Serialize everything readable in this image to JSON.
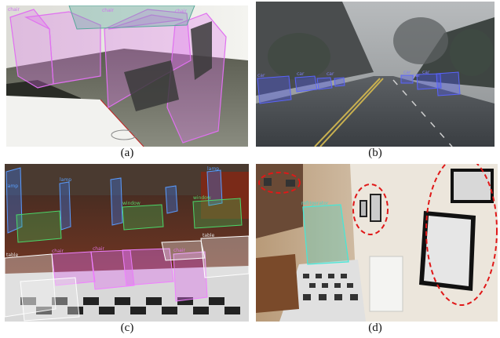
{
  "figure": {
    "panels": [
      {
        "caption": "(a)",
        "labels": [
          {
            "text": "chair",
            "color": "#d070f0"
          },
          {
            "text": "chair",
            "color": "#d070f0"
          },
          {
            "text": "chair",
            "color": "#d070f0"
          }
        ]
      },
      {
        "caption": "(b)",
        "labels": [
          {
            "text": "car",
            "color": "#7f7ff8"
          },
          {
            "text": "car",
            "color": "#7f7ff8"
          },
          {
            "text": "car",
            "color": "#7f7ff8"
          },
          {
            "text": "car",
            "color": "#7f7ff8"
          },
          {
            "text": "car",
            "color": "#7f7ff8"
          },
          {
            "text": "car",
            "color": "#7f7ff8"
          }
        ]
      },
      {
        "caption": "(c)",
        "labels": [
          {
            "text": "lamp",
            "color": "#5aa0ff"
          },
          {
            "text": "lamp",
            "color": "#5aa0ff"
          },
          {
            "text": "lamp",
            "color": "#5aa0ff"
          },
          {
            "text": "window",
            "color": "#56d66a"
          },
          {
            "text": "window",
            "color": "#56d66a"
          },
          {
            "text": "table",
            "color": "#e8e8e8"
          },
          {
            "text": "table",
            "color": "#e8e8e8"
          },
          {
            "text": "chair",
            "color": "#e070e0"
          },
          {
            "text": "chair",
            "color": "#e070e0"
          },
          {
            "text": "chair",
            "color": "#e070e0"
          }
        ]
      },
      {
        "caption": "(d)",
        "labels": [
          {
            "text": "refrigerator",
            "color": "#52d6c8"
          }
        ]
      }
    ],
    "colors": {
      "chair_box": "#e070f0",
      "car_box": "#4a55f0",
      "lamp_box": "#3a7cf0",
      "window_box": "#3ac85a",
      "table_box": "#f2f2f2",
      "fridge_box": "#44d8c8",
      "highlight": "#e01818"
    }
  }
}
